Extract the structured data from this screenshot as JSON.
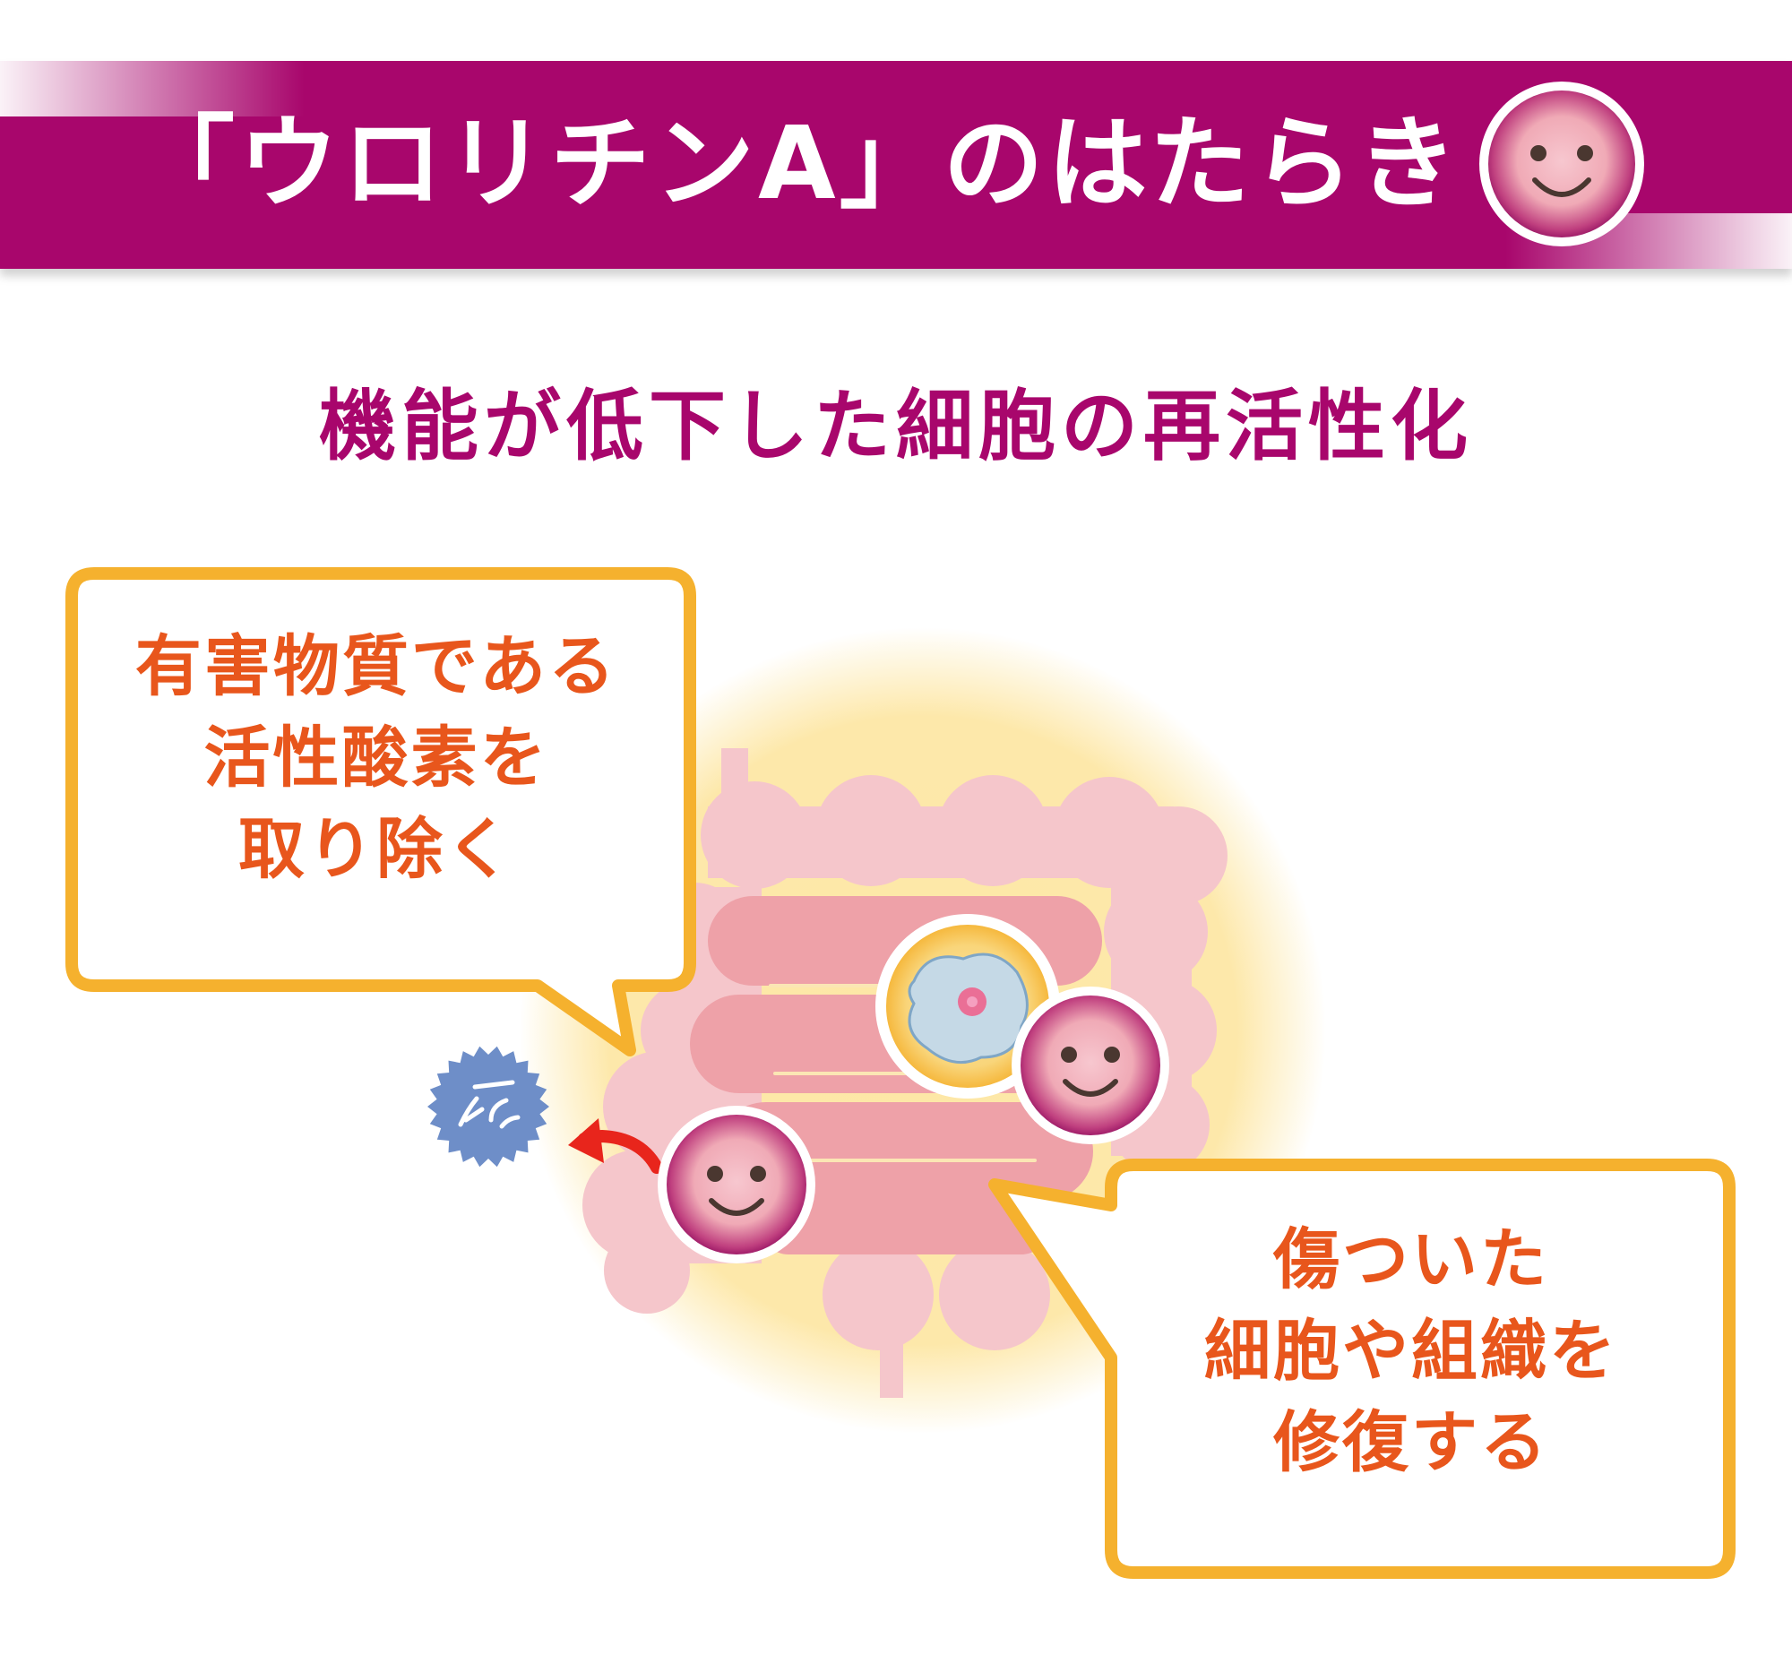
{
  "header": {
    "title": "「ウロリチンA」のはたらき"
  },
  "subtitle": "機能が低下した細胞の再活性化",
  "bubbles": {
    "left": {
      "lines": [
        "有害物質である",
        "活性酸素を",
        "取り除く"
      ]
    },
    "right": {
      "lines": [
        "傷ついた",
        "細胞や組織を",
        "修復する"
      ]
    }
  },
  "colors": {
    "brand": "#a8066c",
    "bubble_border": "#f5b12e",
    "bubble_text": "#e8561c",
    "intestine_outer": "#f5c6cb",
    "intestine_inner": "#eea1a8",
    "glow": "#fde7a6",
    "radical": "#6e8ec8",
    "arrow": "#e8251c"
  },
  "icons": [
    "smiley-face-icon",
    "cell-icon",
    "free-radical-icon",
    "curved-arrow-icon"
  ]
}
